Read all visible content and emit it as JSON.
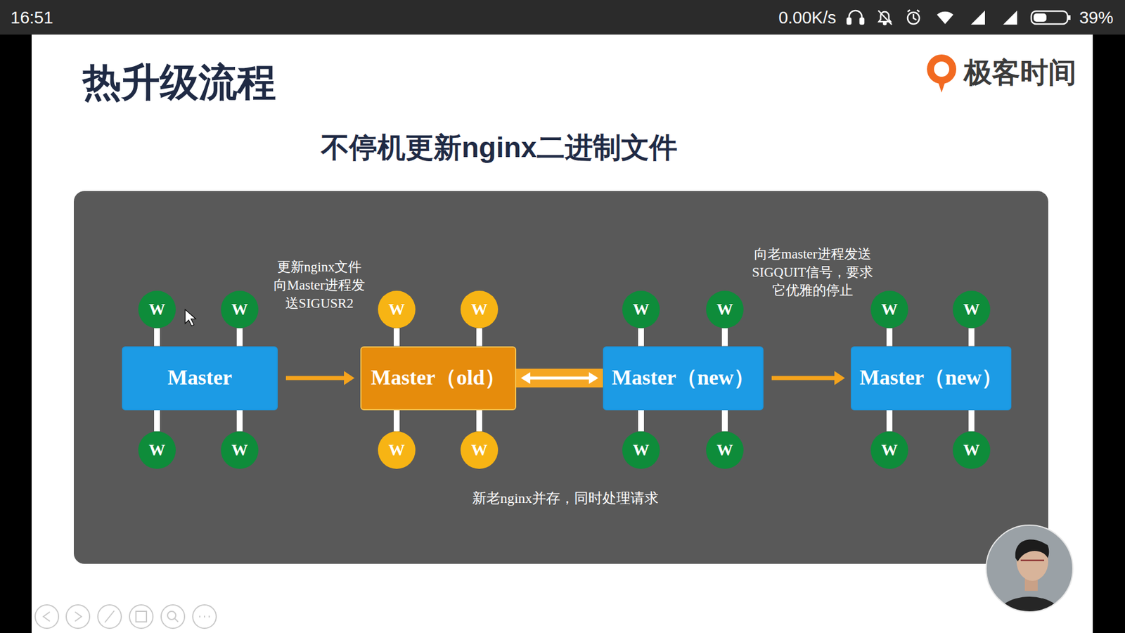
{
  "diagram": {
    "title": "热升级流程",
    "nodes": [
      {
        "text": [
          "W"
        ]
      },
      {
        "text": [
          "W"
        ]
      },
      {
        "text": [
          "W"
        ]
      },
      {
        "text": [
          "W"
        ]
      },
      {
        "text": [
          "W"
        ]
      },
      {
        "text": [
          "W"
        ]
      },
      {
        "text": [
          "W"
        ]
      },
      {
        "text": [
          "W"
        ]
      },
      {
        "text": [
          "Master"
        ]
      },
      {
        "text": [
          "Master（old）"
        ]
      },
      {
        "text": [
          "Master（new）"
        ]
      },
      {
        "text": [
          "Master（new）"
        ]
      },
      {
        "text": [
          "W"
        ]
      },
      {
        "text": [
          "W"
        ]
      },
      {
        "text": [
          "W"
        ]
      },
      {
        "text": [
          "W"
        ]
      },
      {
        "text": [
          "W"
        ]
      },
      {
        "text": [
          "W"
        ]
      },
      {
        "text": [
          "W"
        ]
      },
      {
        "text": [
          "W"
        ]
      }
    ],
    "edges": [
      {
        "from": 8,
        "to": 9,
        "arrow": "to",
        "label": "更新nginx文件 向Master进程发 送SIGUSR2"
      },
      {
        "from": 9,
        "to": 10,
        "arrow": "both"
      },
      {
        "from": 10,
        "to": 11,
        "arrow": "to",
        "label": "向老master进程发送 SIGQUIT信号，要求 它优雅的停止"
      },
      {
        "from": 0,
        "to": 8,
        "arrow": "none"
      },
      {
        "from": 1,
        "to": 8,
        "arrow": "none"
      },
      {
        "from": 2,
        "to": 9,
        "arrow": "none"
      },
      {
        "from": 3,
        "to": 9,
        "arrow": "none"
      },
      {
        "from": 4,
        "to": 10,
        "arrow": "none"
      },
      {
        "from": 5,
        "to": 10,
        "arrow": "none"
      },
      {
        "from": 6,
        "to": 11,
        "arrow": "none"
      },
      {
        "from": 7,
        "to": 11,
        "arrow": "none"
      },
      {
        "from": 8,
        "to": 12,
        "arrow": "none"
      },
      {
        "from": 8,
        "to": 13,
        "arrow": "none"
      },
      {
        "from": 9,
        "to": 14,
        "arrow": "none"
      },
      {
        "from": 9,
        "to": 15,
        "arrow": "none"
      },
      {
        "from": 10,
        "to": 16,
        "arrow": "none"
      },
      {
        "from": 10,
        "to": 17,
        "arrow": "none"
      },
      {
        "from": 11,
        "to": 18,
        "arrow": "none"
      },
      {
        "from": 11,
        "to": 19,
        "arrow": "none"
      }
    ],
    "labels": [
      "16:51",
      "0.00K/s",
      "39%",
      "极客时间",
      "不停机更新nginx二进制文件",
      "新老nginx并存，同时处理请求"
    ]
  }
}
